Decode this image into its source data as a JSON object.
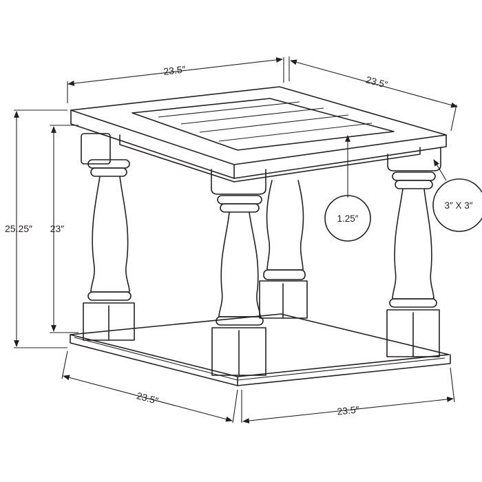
{
  "dimensions": {
    "top_width_left": "23.5″",
    "top_width_right": "23.5″",
    "total_height": "25.25″",
    "under_top_height": "23″",
    "bottom_width_left": "23.5″",
    "bottom_width_right": "23.5″",
    "top_thickness": "1.25″",
    "leg_size": "3″ X 3″"
  }
}
